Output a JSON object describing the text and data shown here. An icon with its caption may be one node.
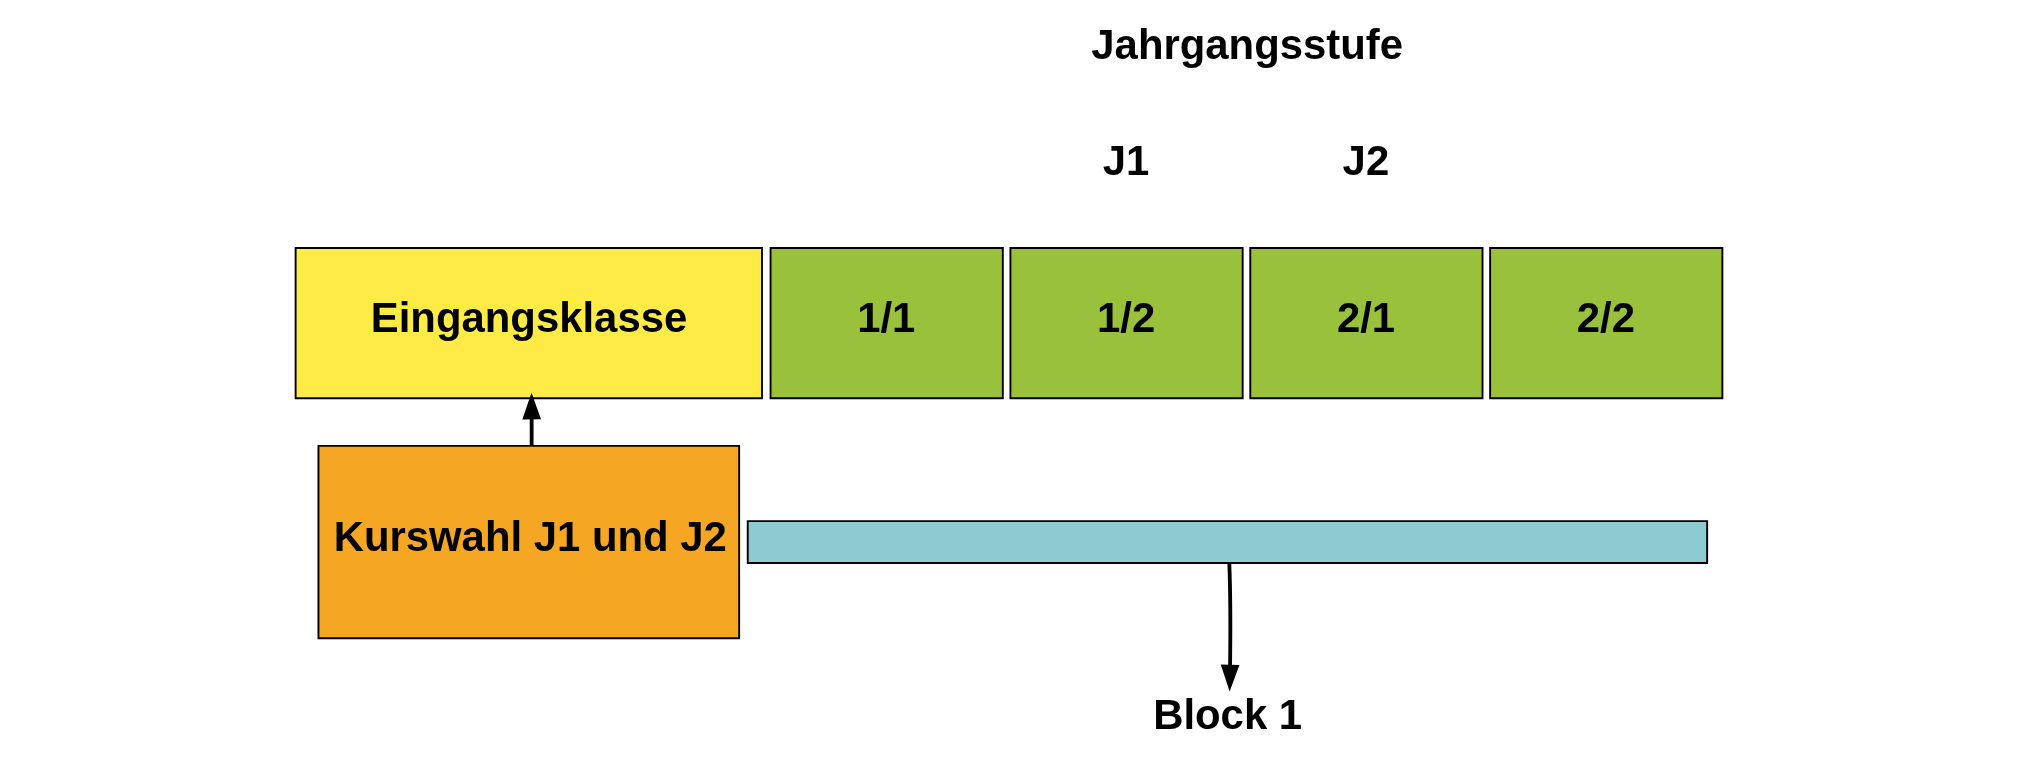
{
  "diagram": {
    "nodes": [
      {
        "text": [
          "Eingangsklasse"
        ]
      },
      {
        "text": [
          "1/1"
        ]
      },
      {
        "text": [
          "1/2"
        ]
      },
      {
        "text": [
          "2/1"
        ]
      },
      {
        "text": [
          "2/2"
        ]
      },
      {
        "text": [],
        "shape": "bar"
      },
      {
        "text": [
          "Block 1"
        ]
      },
      {
        "text": [
          "Kurswahl J1 und J2"
        ]
      }
    ],
    "edges": [
      {
        "from": 5,
        "to": 6,
        "arrow": "to"
      },
      {
        "from": 7,
        "to": 0,
        "arrow": "to"
      }
    ],
    "labels": [
      "Jahrgangsstufe",
      "J1",
      "J2"
    ]
  }
}
